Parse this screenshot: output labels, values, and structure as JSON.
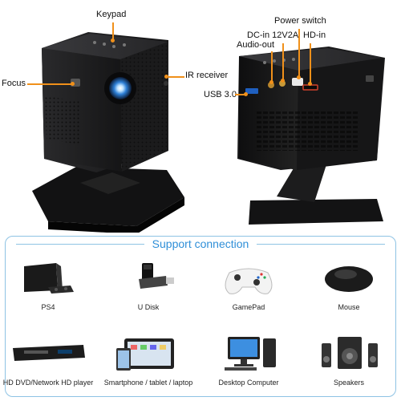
{
  "callouts": {
    "keypad": "Keypad",
    "focus": "Focus",
    "ir_receiver": "IR receiver",
    "power_switch": "Power switch",
    "dc_in": "DC-in 12V2A",
    "audio_out": "Audio-out",
    "hd_in": "HD-in",
    "usb": "USB 3.0"
  },
  "support": {
    "title": "Support connection",
    "devices": [
      {
        "label": "PS4",
        "icon": "game-console-icon"
      },
      {
        "label": "U Disk",
        "icon": "usb-drive-icon"
      },
      {
        "label": "GamePad",
        "icon": "gamepad-icon"
      },
      {
        "label": "Mouse",
        "icon": "mouse-icon"
      },
      {
        "label": "HD DVD/Network HD player",
        "icon": "dvd-player-icon"
      },
      {
        "label": "Smartphone / tablet / laptop",
        "icon": "mobile-devices-icon"
      },
      {
        "label": "Desktop Computer",
        "icon": "desktop-computer-icon"
      },
      {
        "label": "Speakers",
        "icon": "speakers-icon"
      }
    ]
  },
  "colors": {
    "callout": "#f0901a",
    "accent": "#2f8fd8",
    "border": "#8ec3e4"
  }
}
